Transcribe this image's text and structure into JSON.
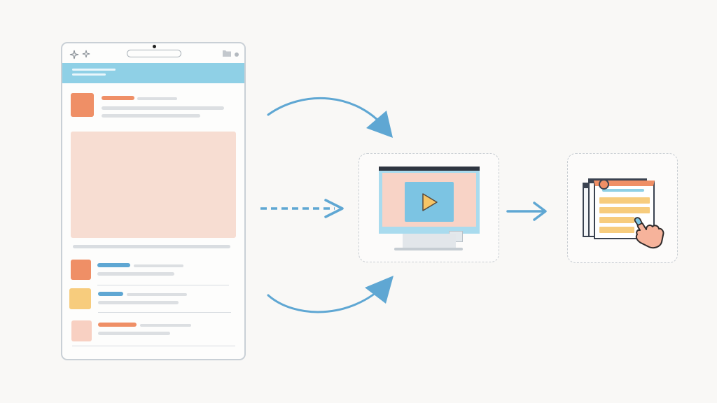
{
  "colors": {
    "background": "#f9f8f6",
    "accent_blue": "#5fa7d3",
    "header_blue": "#8fd0e6",
    "orange": "#ef8f66",
    "yellow": "#f7cc7d",
    "peach": "#f7ddd2",
    "gray_line": "#d9dde1",
    "outline": "#c9d0d6"
  },
  "icons": {
    "phone_top_left": [
      "sparkle-icon",
      "sparkle-icon"
    ],
    "phone_top_right": [
      "folder-icon",
      "dot-icon"
    ],
    "video_screen": "play-icon",
    "hand": "pointing-hand-icon"
  },
  "flow": {
    "source": "mobile-feed",
    "connectors": [
      "curved-arrow-up",
      "dashed-arrow",
      "curved-arrow-down"
    ],
    "middle": "video-monitor",
    "target": "browser-window-click"
  }
}
